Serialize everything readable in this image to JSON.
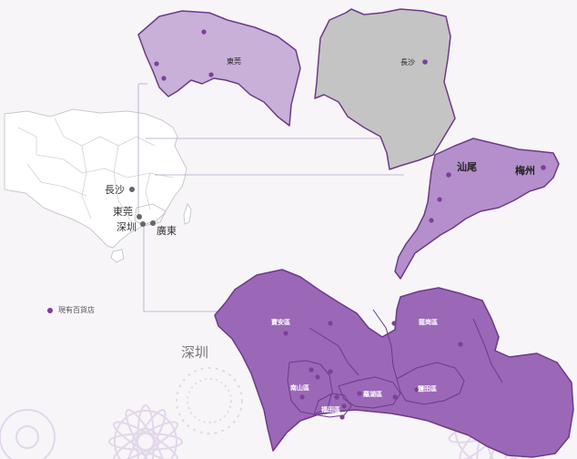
{
  "colors": {
    "dongguan_fill": "#c8b0d8",
    "changsha_fill": "#c4c4c4",
    "guangdong_fill": "#b48fcc",
    "shenzhen_fill": "#9a68b6",
    "region_stroke": "#6e3a8a",
    "store_dot": "#7e3f98",
    "china_city_dot": "#666666",
    "decor_flower": "#e3d7ea"
  },
  "china_overview": {
    "cities": [
      "長沙",
      "東莞",
      "深圳",
      "廣東"
    ]
  },
  "regions": {
    "dongguan": {
      "label": "東莞"
    },
    "changsha": {
      "label": "長沙"
    },
    "guangdong": {
      "cities": [
        "汕尾",
        "梅州"
      ]
    },
    "shenzhen": {
      "title": "深圳",
      "districts": [
        "寶安區",
        "龍崗區",
        "南山區",
        "羅湖區",
        "鹽田區",
        "福田區"
      ]
    }
  },
  "legend": {
    "label": "現有百貨店",
    "icon": "store-dot-icon"
  }
}
